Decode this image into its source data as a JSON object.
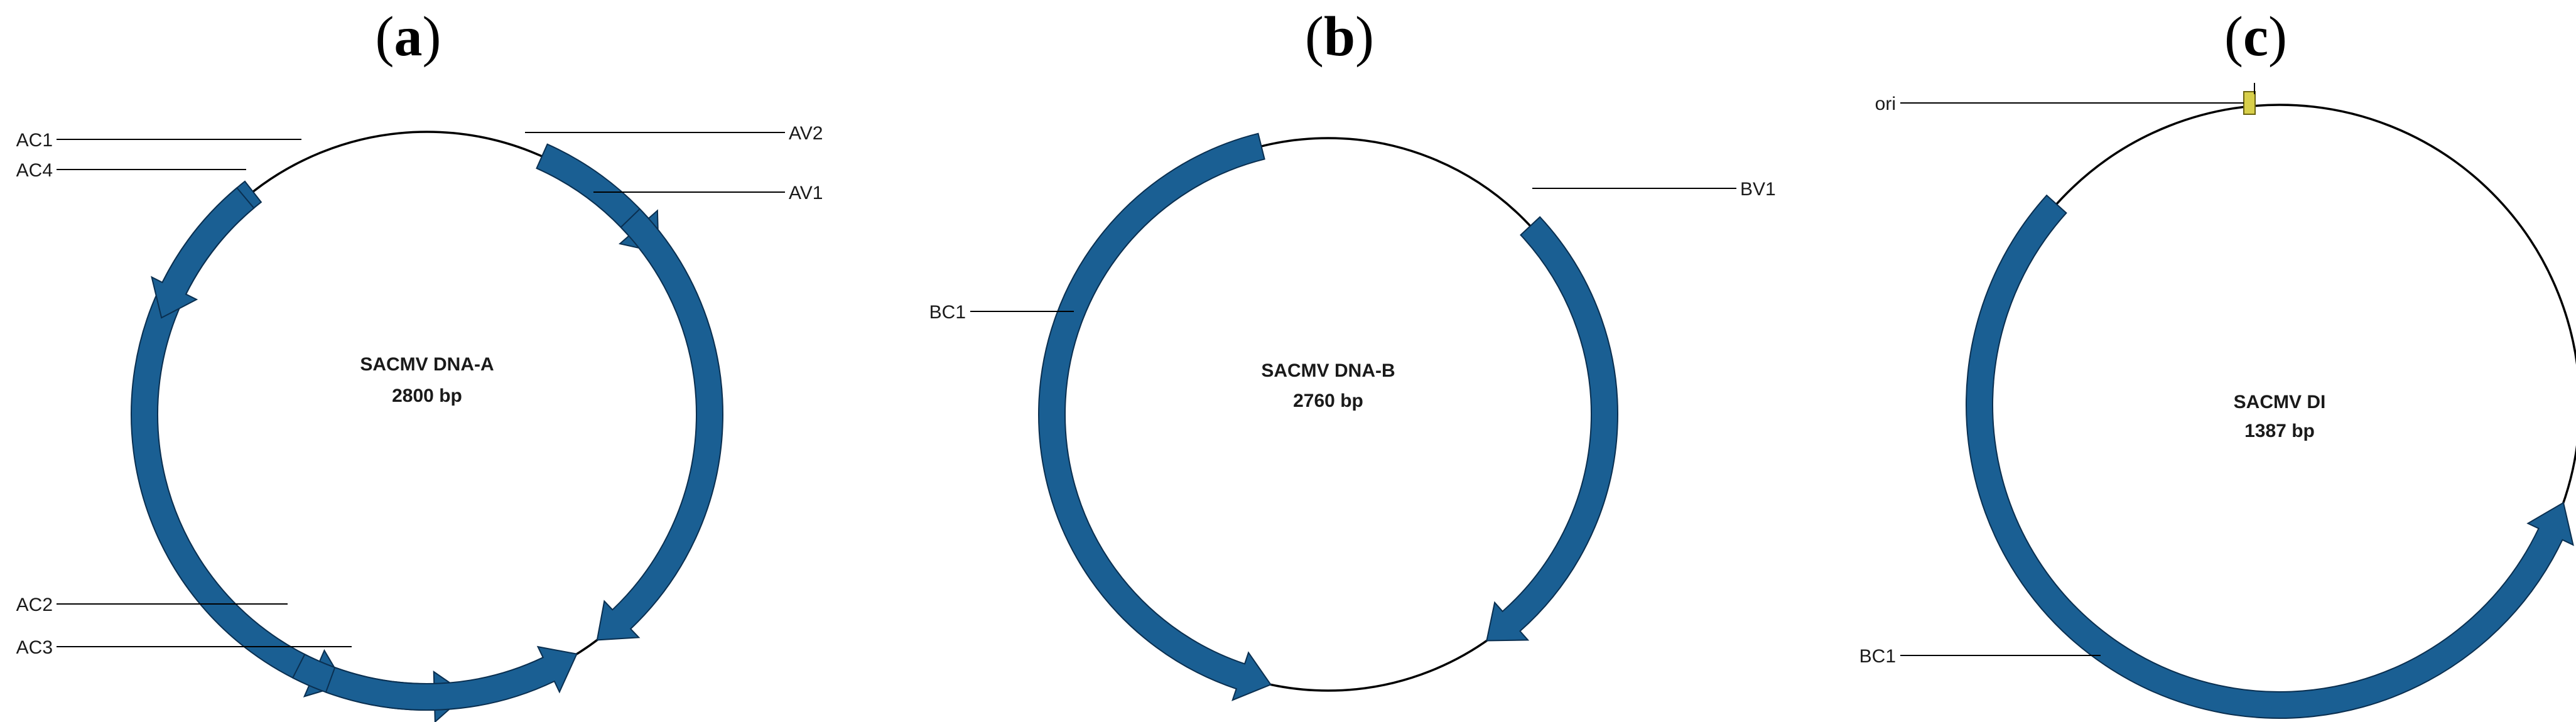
{
  "panels": [
    {
      "id": "a",
      "letter": "a",
      "title": "SACMV DNA-A",
      "size": "2800 bp",
      "genes": [
        {
          "label": "AV2",
          "side": "right"
        },
        {
          "label": "AV1",
          "side": "right"
        },
        {
          "label": "AC1",
          "side": "left"
        },
        {
          "label": "AC4",
          "side": "left"
        },
        {
          "label": "AC2",
          "side": "left"
        },
        {
          "label": "AC3",
          "side": "left"
        }
      ]
    },
    {
      "id": "b",
      "letter": "b",
      "title": "SACMV DNA-B",
      "size": "2760 bp",
      "genes": [
        {
          "label": "BV1",
          "side": "right"
        },
        {
          "label": "BC1",
          "side": "left"
        }
      ]
    },
    {
      "id": "c",
      "letter": "c",
      "title": "SACMV DI",
      "size": "1387 bp",
      "features": [
        {
          "label": "ori",
          "side": "left"
        },
        {
          "label": "BC1",
          "side": "left"
        }
      ]
    }
  ],
  "colors": {
    "gene_fill": "#1a5f93",
    "gene_stroke": "#0a2f50",
    "ori_fill": "#d8cf4a",
    "backbone": "#000000"
  }
}
